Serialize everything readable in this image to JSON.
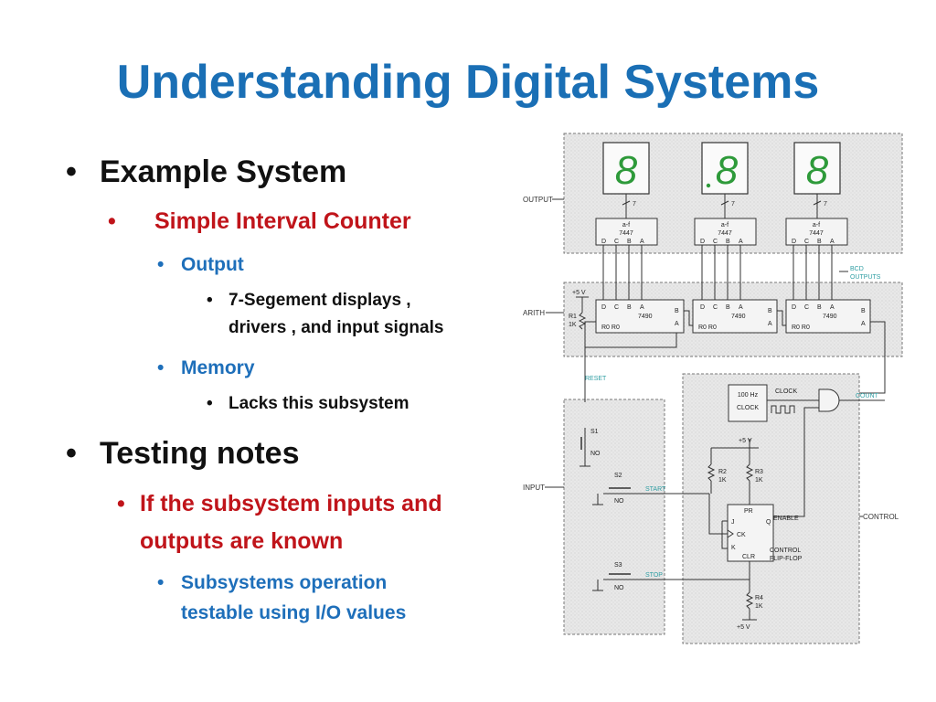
{
  "slide": {
    "title": "Understanding Digital Systems",
    "bullets": {
      "example_system": "Example System",
      "simple_interval_counter": "Simple Interval Counter",
      "output": "Output",
      "output_detail_line1": "7-Segement displays ,",
      "output_detail_line2": "drivers , and input signals",
      "memory": "Memory",
      "memory_detail": "Lacks  this subsystem",
      "testing_notes": "Testing notes",
      "if_known_line1": "If the subsystem inputs and",
      "if_known_line2": "outputs are known",
      "testable_line1": "Subsystems operation",
      "testable_line2": "testable  using I/O values"
    }
  },
  "schematic": {
    "output_label": "OUTPUT",
    "arith_label": "ARITH",
    "input_label": "INPUT",
    "control_label": "CONTROL",
    "bcd_outputs_line1": "BCD",
    "bcd_outputs_line2": "OUTPUTS",
    "reset_label": "RESET",
    "count_label": "COUNT",
    "clock_label": "CLOCK",
    "clock_box_line1": "100 Hz",
    "clock_box_line2": "CLOCK",
    "enable_label": "ENABLE",
    "start_label": "START",
    "stop_label": "STOP",
    "ff_label_line1": "CONTROL",
    "ff_label_line2": "FLIP-FLOP",
    "ff_pr": "PR",
    "ff_clr": "CLR",
    "ff_j": "J",
    "ff_k": "K",
    "ff_ck": "CK",
    "ff_q": "Q",
    "plus5v": "+5 V",
    "decoder_name": "7447",
    "decoder_af": "a-f",
    "counter_name": "7490",
    "bus_width": "7",
    "pins_dcba": [
      "D",
      "C",
      "B",
      "A"
    ],
    "pin_b": "B",
    "pin_a": "A",
    "reset_pins": "R0  R0",
    "digit_glyph": "8",
    "r1_name": "R1",
    "r1_value": "1K",
    "r2_name": "R2",
    "r2_value": "1K",
    "r3_name": "R3",
    "r3_value": "1K",
    "r4_name": "R4",
    "r4_value": "1K",
    "s1_label": "S1",
    "s2_label": "S2",
    "s3_label": "S3",
    "no_label": "NO"
  },
  "colors": {
    "title_blue": "#1a6fb5",
    "heading_red": "#c0141a",
    "sub_blue": "#1e6fba",
    "display_green": "#2e9a3a",
    "panel_fill": "#e6e6e6",
    "cyan_label": "#2f9ea3"
  }
}
